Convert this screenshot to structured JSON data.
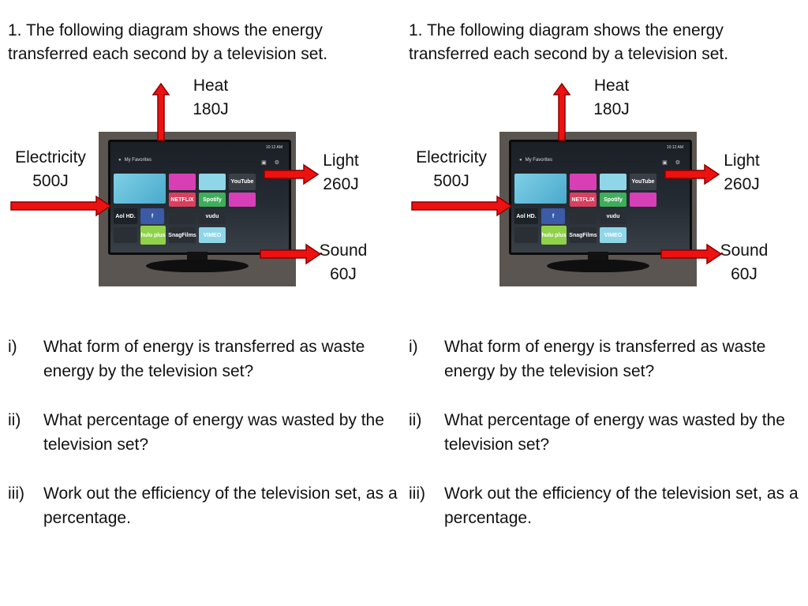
{
  "panels": [
    {
      "heading": "1.  The following diagram shows the energy transferred each second by a television set.",
      "labels": {
        "heat": {
          "name": "Heat",
          "value": "180J"
        },
        "electricity": {
          "name": "Electricity",
          "value": "500J"
        },
        "light": {
          "name": "Light",
          "value": "260J"
        },
        "sound": {
          "name": "Sound",
          "value": "60J"
        }
      },
      "tv": {
        "time": "10:12 AM",
        "favorites": "My Favorites",
        "icons": "▣ ⚙",
        "tiles": [
          "",
          "",
          "",
          "YouTube",
          "NETFLIX",
          "Spotify",
          "",
          "Aol HD.",
          "f",
          "vudu",
          "",
          "",
          "hulu plus",
          "SnagFilms",
          "VIMEO"
        ]
      },
      "questions": [
        {
          "num": "i)",
          "text": "What form of energy is transferred as waste energy by the television set?"
        },
        {
          "num": "ii)",
          "text": "What percentage of energy was wasted by the television set?"
        },
        {
          "num": "iii)",
          "text": "Work out the efficiency of the television set, as a percentage."
        }
      ]
    },
    {
      "heading": "1.  The following diagram shows the energy transferred each second by a television set.",
      "labels": {
        "heat": {
          "name": "Heat",
          "value": "180J"
        },
        "electricity": {
          "name": "Electricity",
          "value": "500J"
        },
        "light": {
          "name": "Light",
          "value": "260J"
        },
        "sound": {
          "name": "Sound",
          "value": "60J"
        }
      },
      "tv": {
        "time": "10:12 AM",
        "favorites": "My Favorites",
        "icons": "▣ ⚙",
        "tiles": [
          "",
          "",
          "",
          "YouTube",
          "NETFLIX",
          "Spotify",
          "",
          "Aol HD.",
          "f",
          "vudu",
          "",
          "",
          "hulu plus",
          "SnagFilms",
          "VIMEO"
        ]
      },
      "questions": [
        {
          "num": "i)",
          "text": "What form of energy is transferred as waste energy by the television set?"
        },
        {
          "num": "ii)",
          "text": "What percentage of energy was wasted by the television set?"
        },
        {
          "num": "iii)",
          "text": "Work out the efficiency of the television set, as a percentage."
        }
      ]
    }
  ],
  "colors": {
    "arrow_fill": "#ee1111",
    "arrow_stroke": "#8a0000"
  }
}
